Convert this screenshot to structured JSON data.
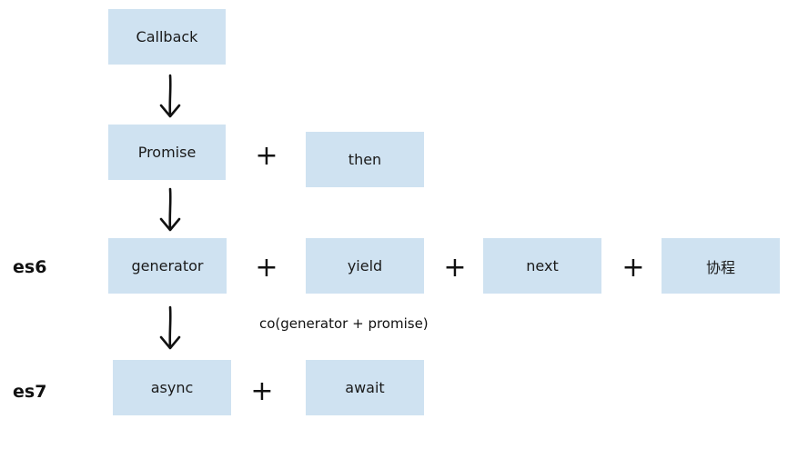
{
  "colors": {
    "box_fill": "#cfe2f1",
    "text": "#111111"
  },
  "boxes": {
    "callback": "Callback",
    "promise": "Promise",
    "then": "then",
    "generator": "generator",
    "yield": "yield",
    "next": "next",
    "coroutine": "协程",
    "async": "async",
    "await": "await"
  },
  "row_labels": {
    "es6": "es6",
    "es7": "es7"
  },
  "note": "co(generator + promise)",
  "plus_symbol": "+"
}
